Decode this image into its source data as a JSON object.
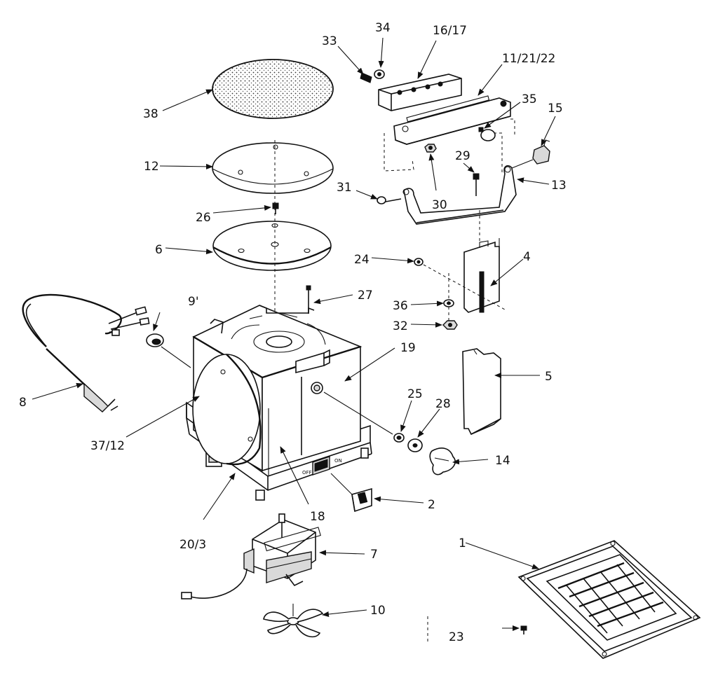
{
  "colors": {
    "ink": "#111111",
    "paper": "#ffffff"
  },
  "labels": {
    "p38": "38",
    "p12": "12",
    "p26": "26",
    "p6": "6",
    "p9": "9'",
    "p8": "8",
    "p37_12": "37/12",
    "p20_3": "20/3",
    "p7": "7",
    "p10": "10",
    "p18": "18",
    "p19": "19",
    "p27": "27",
    "p33": "33",
    "p34": "34",
    "p16_17": "16/17",
    "p11_21_22": "11/21/22",
    "p35": "35",
    "p15": "15",
    "p29": "29",
    "p13": "13",
    "p31": "31",
    "p30": "30",
    "p24": "24",
    "p4": "4",
    "p36": "36",
    "p32": "32",
    "p5": "5",
    "p25": "25",
    "p28": "28",
    "p14": "14",
    "p2": "2",
    "p1": "1",
    "p23": "23"
  }
}
